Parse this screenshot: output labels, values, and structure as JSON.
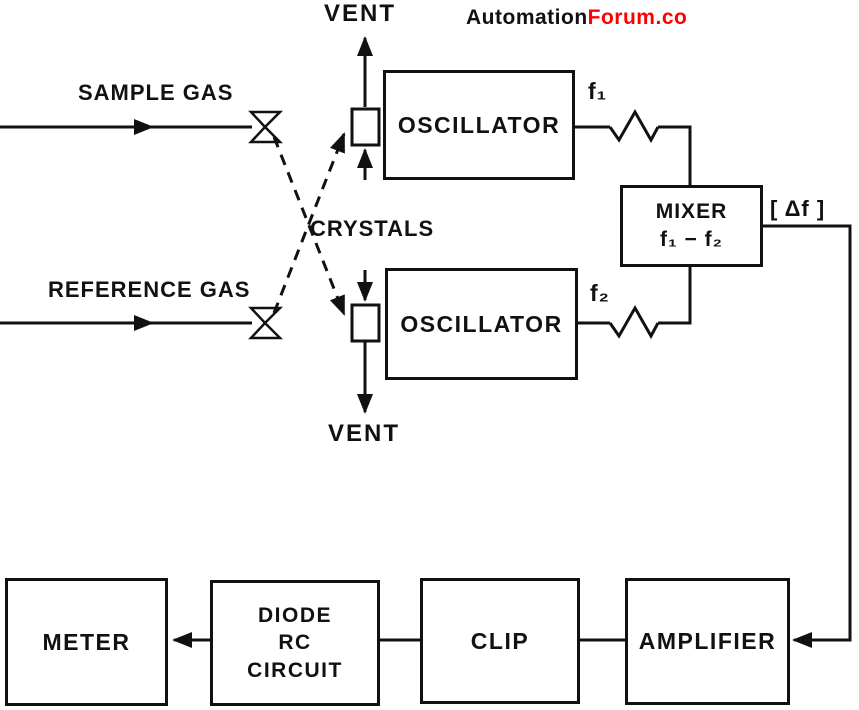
{
  "watermark": {
    "black": "Automation",
    "red": "Forum.co",
    "red_color": "#ff0000"
  },
  "labels": {
    "vent_top": "VENT",
    "vent_bottom": "VENT",
    "sample_gas": "SAMPLE GAS",
    "reference_gas": "REFERENCE GAS",
    "crystals": "CRYSTALS",
    "f1": "f₁",
    "f2": "f₂",
    "delta_f": "[ Δf ]"
  },
  "blocks": {
    "oscillator_top": {
      "label": "OSCILLATOR"
    },
    "oscillator_bottom": {
      "label": "OSCILLATOR"
    },
    "mixer": {
      "line1": "MIXER",
      "line2": "f₁ − f₂"
    },
    "meter": {
      "label": "METER"
    },
    "diode_rc": {
      "label": "DIODE\nRC\nCIRCUIT"
    },
    "clip": {
      "label": "CLIP"
    },
    "amplifier": {
      "label": "AMPLIFIER"
    }
  }
}
